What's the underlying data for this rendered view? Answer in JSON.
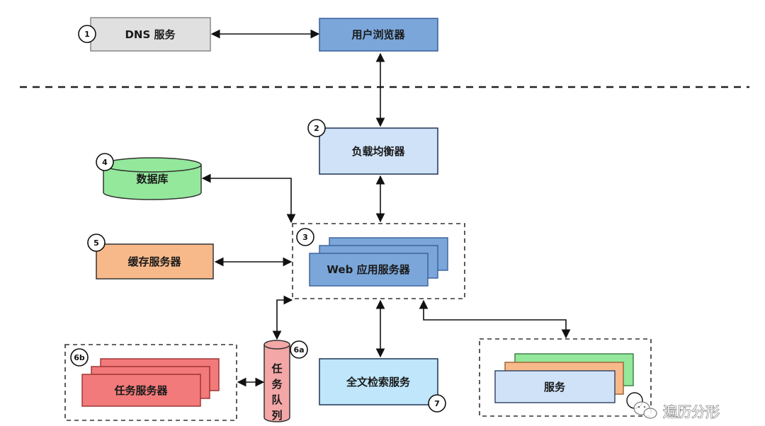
{
  "nodes": {
    "dns": {
      "label": "DNS 服务",
      "num": "1"
    },
    "browser": {
      "label": "用户浏览器"
    },
    "lb": {
      "label": "负载均衡器",
      "num": "2"
    },
    "web": {
      "label": "Web 应用服务器",
      "num": "3"
    },
    "db": {
      "label": "数据库",
      "num": "4"
    },
    "cache": {
      "label": "缓存服务器",
      "num": "5"
    },
    "queue": {
      "chars": [
        "任",
        "务",
        "队",
        "列"
      ],
      "num": "6a"
    },
    "task": {
      "label": "任务服务器",
      "num": "6b"
    },
    "search": {
      "label": "全文检索服务",
      "num": "7"
    },
    "services": {
      "label": "服务"
    }
  },
  "colors": {
    "browser": "#7aa6da",
    "lb": "#cfe2f8",
    "web": "#7aa6da",
    "db": "#93e89b",
    "cache": "#f8b98a",
    "task": "#f27a7a",
    "queue": "#f4a7a7",
    "search": "#bfe6fa",
    "dns": "#e0e0e0",
    "svc_green": "#93e89b",
    "svc_orange": "#f8b98a",
    "svc_blue": "#cfe2f8"
  },
  "watermark": "遍历分形"
}
